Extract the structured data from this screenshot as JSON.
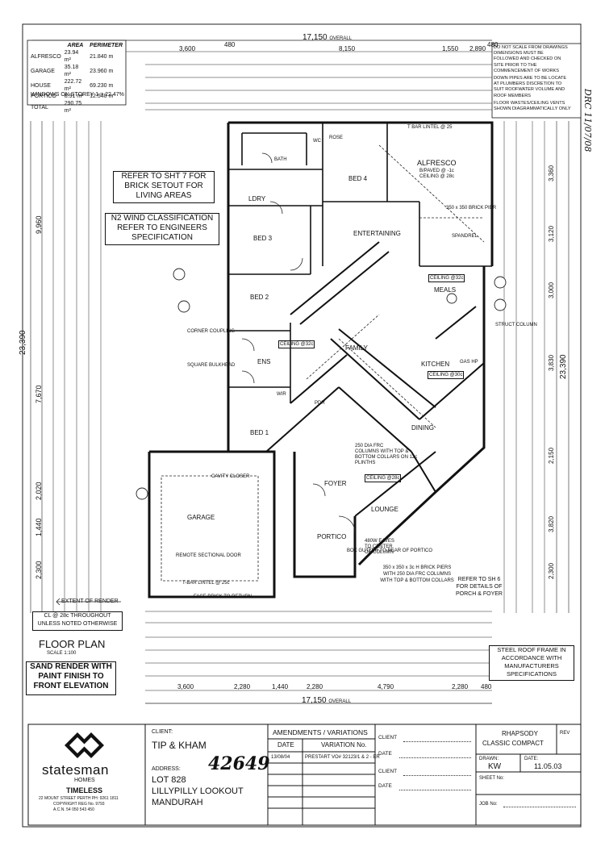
{
  "page_labels": {
    "overall_width_top": "17,150",
    "overall_suffix": "OVERALL",
    "overall_width_bottom": "17,150",
    "overall_depth_left": "23,390",
    "overall_depth_right": "23,390",
    "top_dims": [
      "3,600",
      "480",
      "8,150",
      "1,550",
      "2,890",
      "480"
    ],
    "left_dims": [
      "9,960",
      "7,670",
      "2,020",
      "1,440",
      "2,300"
    ],
    "right_dims": [
      "3,360",
      "3,120",
      "3,000",
      "3,830",
      "2,150",
      "3,820",
      "2,300"
    ],
    "bottom_dims": [
      "3,600",
      "2,280",
      "1,440",
      "2,280",
      "4,790",
      "2,280",
      "480"
    ]
  },
  "areas": {
    "headers": [
      "AREA",
      "PERIMETER"
    ],
    "rows": [
      {
        "name": "ALFRESCO",
        "area": "23.94 m²",
        "perimeter": "21.840 m"
      },
      {
        "name": "GARAGE",
        "area": "35.18 m²",
        "perimeter": "23.960 m"
      },
      {
        "name": "HOUSE",
        "area": "222.72 m²",
        "perimeter": "69.230 m"
      },
      {
        "name": "PORTICO",
        "area": "8.91 m²",
        "perimeter": "12.540 m"
      },
      {
        "name": "TOTAL",
        "area": "290.75 m²",
        "perimeter": ""
      }
    ],
    "windows_note": "WINDOWS ON STOREY 1 = 22.47%"
  },
  "top_notes": [
    "DO NOT SCALE FROM DRAWINGS",
    "DIMENSIONS MUST BE",
    "FOLLOWED AND CHECKED ON",
    "SITE PRIOR TO THE",
    "COMMENCEMENT OF WORKS",
    "DOWN PIPES ARE TO BE LOCATE",
    "AT PLUMBERS DISCRETION TO",
    "SUIT ROOFWATER VOLUME AND",
    "ROOF MEMBERS",
    "FLOOR WASTES/CEILING VENTS",
    "SHOWN DIAGRAMMATICALLY ONLY"
  ],
  "callouts": {
    "brick_setout": [
      "REFER TO SHT 7 FOR",
      "BRICK SETOUT FOR",
      "LIVING AREAS"
    ],
    "wind": [
      "N2 WIND CLASSIFICATION",
      "REFER TO ENGINEERS",
      "SPECIFICATION"
    ],
    "ceiling_note": [
      "CL @ 28c THROUGHOUT",
      "UNLESS NOTED OTHERWISE"
    ],
    "floor_plan_title": "FLOOR PLAN",
    "scale": "SCALE 1:100",
    "sand_render": [
      "SAND RENDER WITH",
      "PAINT FINISH TO",
      "FRONT ELEVATION"
    ],
    "steel_roof": [
      "STEEL ROOF FRAME IN",
      "ACCORDANCE WITH",
      "MANUFACTURERS",
      "SPECIFICATIONS"
    ],
    "porch_refer": [
      "REFER TO SH 6",
      "FOR DETAILS OF",
      "PORCH & FOYER"
    ],
    "extent_render": "EXTENT OF RENDER"
  },
  "rooms": {
    "alfresco": "ALFRESCO",
    "alfresco_sub": "B/PAVED @ -1c",
    "alfresco_ceil": "CEILING @ 28c",
    "bed4": "BED 4",
    "bed3": "BED 3",
    "bed2": "BED 2",
    "bed1": "BED 1",
    "ldry": "LDRY",
    "bath": "BATH",
    "rose": "ROSE",
    "wc": "WC",
    "entertaining": "ENTERTAINING",
    "meals": "MEALS",
    "family": "FAMILY",
    "kitchen": "KITCHEN",
    "dining": "DINING",
    "foyer": "FOYER",
    "lounge": "LOUNGE",
    "portico": "PORTICO",
    "garage": "GARAGE",
    "ens": "ENS",
    "wir": "WIR",
    "pdr": "PDR",
    "ceiling_32c": "CEILING @32c",
    "ceiling_30c": "CEILING @30c",
    "ceiling_32c_b": "CEILING @32c",
    "ceiling_28c": "CEILING @28c",
    "t_bar_lintel": "T BAR LINTEL @ 25",
    "t_bar_lintel_garage": "T-BAR LINTEL @ 25c",
    "face_brick": "FACE BRICK TO RETURN",
    "remote_door": "REMOTE SECTIONAL DOOR",
    "cavity_closer": "CAVITY CLOSER",
    "gas_hp": "GAS HP",
    "spandrel": "SPANDREL",
    "brick_pier": "350 x 350 BRICK PIER",
    "struct_column": "STRUCT COLUMN",
    "corner_coupling": "CORNER COUPLING",
    "square_bulkhead": "SQUARE BULKHEAD",
    "box_gutter": "BOX GUTTER TO REAR OF PORTICO",
    "piers_note": [
      "350 x 350 x 3c H BRICK PIERS",
      "WITH 250 DIA FRC COLUMNS",
      "WITH TOP & BOTTOM COLLARS"
    ],
    "eaves_note": [
      "480W EAVES",
      "TO CENTER",
      "OF COLUMN"
    ],
    "columns_note": [
      "250 DIA FRC",
      "COLUMNS WITH TOP &",
      "BOTTOM COLLARS ON 12c PLINTHS"
    ]
  },
  "title_block": {
    "client_label": "CLIENT:",
    "client": "TIP & KHAM",
    "address_label": "ADDRESS:",
    "address_lines": [
      "LOT 828",
      "LILLYPILLY LOOKOUT",
      "MANDURAH"
    ],
    "job_number": "42649",
    "amendments_header": "AMENDMENTS / VARIATIONS",
    "date_header": "DATE",
    "variation_header": "VARIATION No.",
    "amend_date": "13/08/04",
    "amend_text": "PRESTART VO# 32123/1 & 2 - ER",
    "sign_labels": [
      "CLIENT",
      "DATE",
      "CLIENT",
      "DATE"
    ],
    "design": "RHAPSODY",
    "design_sub": "CLASSIC COMPACT",
    "drawn_label": "DRAWN:",
    "drawn": "KW",
    "date_label": "DATE:",
    "date": "11.05.03",
    "sheet_label": "SHEET No:",
    "job_label": "JOB No:",
    "rev_label": "REV",
    "company": "statesman",
    "company_sub": "HOMES",
    "tagline": "TIMELESS",
    "company_address": "22 MOUNT STREET PERTH PH: 9261 1811",
    "copyright": "COPYRIGHT   REG No. 9793",
    "acn": "A.C.N. 54 050 543 450"
  },
  "handwritten": "DRC 11/07/08"
}
